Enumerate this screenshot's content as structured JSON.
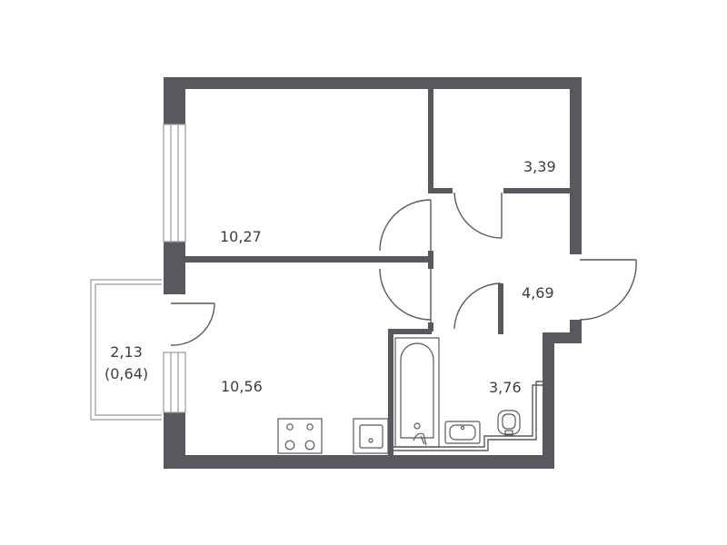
{
  "colors": {
    "wall": "#58585f",
    "thin_line": "#58585f",
    "window_line": "#9a9aa0",
    "text": "#3d3d42",
    "background": "#ffffff"
  },
  "rooms": [
    {
      "id": "room-top-left",
      "area": "10,27"
    },
    {
      "id": "room-top-right",
      "area": "3,39"
    },
    {
      "id": "hallway",
      "area": "4,69"
    },
    {
      "id": "bathroom",
      "area": "3,76"
    },
    {
      "id": "kitchen",
      "area": "10,56"
    },
    {
      "id": "balcony",
      "area": "2,13",
      "area_reduced": "(0,64)"
    }
  ],
  "fixtures": [
    {
      "id": "bathtub",
      "icon": "bathtub-icon"
    },
    {
      "id": "washbasin",
      "icon": "washbasin-icon"
    },
    {
      "id": "toilet",
      "icon": "toilet-icon"
    },
    {
      "id": "stove",
      "icon": "stove-icon"
    },
    {
      "id": "kitchen-sink",
      "icon": "kitchen-sink-icon"
    }
  ]
}
